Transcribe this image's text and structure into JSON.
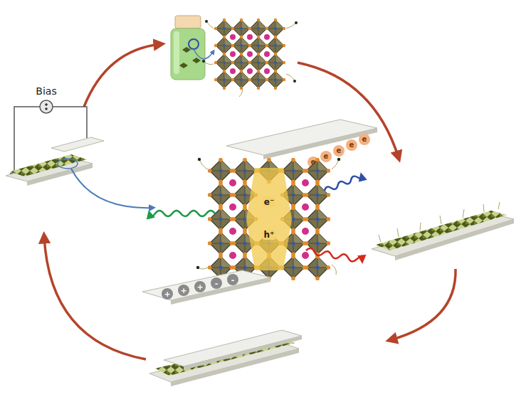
{
  "diagram": {
    "labels": [
      "Bias",
      "e",
      "e",
      "e",
      "e",
      "e",
      "e⁻",
      "h⁺",
      "+",
      "+",
      "+",
      "-",
      "-"
    ]
  }
}
